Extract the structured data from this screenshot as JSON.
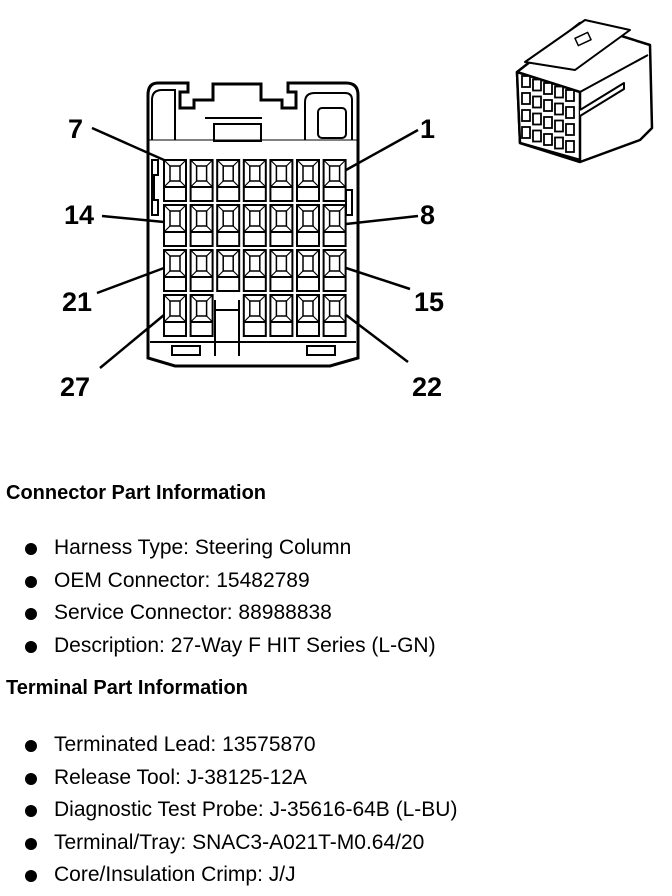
{
  "diagram": {
    "title": "27-Way connector face view",
    "pin_labels": {
      "top_left": "7",
      "top_right": "1",
      "row2_left": "14",
      "row2_right": "8",
      "row3_left": "21",
      "row3_right": "15",
      "bottom_left": "27",
      "bottom_right": "22"
    },
    "grid": {
      "rows": 4,
      "columns": 7,
      "empty_cells": [
        [
          3,
          2
        ]
      ]
    }
  },
  "connector_info": {
    "heading": "Connector Part Information",
    "items": [
      "Harness Type: Steering Column",
      "OEM Connector: 15482789",
      "Service Connector: 88988838",
      "Description: 27-Way F HIT Series (L-GN)"
    ]
  },
  "terminal_info": {
    "heading": "Terminal Part Information",
    "items": [
      "Terminated Lead: 13575870",
      "Release Tool: J-38125-12A",
      "Diagnostic Test Probe: J-35616-64B (L-BU)",
      "Terminal/Tray: SNAC3-A021T-M0.64/20",
      "Core/Insulation Crimp: J/J"
    ]
  }
}
